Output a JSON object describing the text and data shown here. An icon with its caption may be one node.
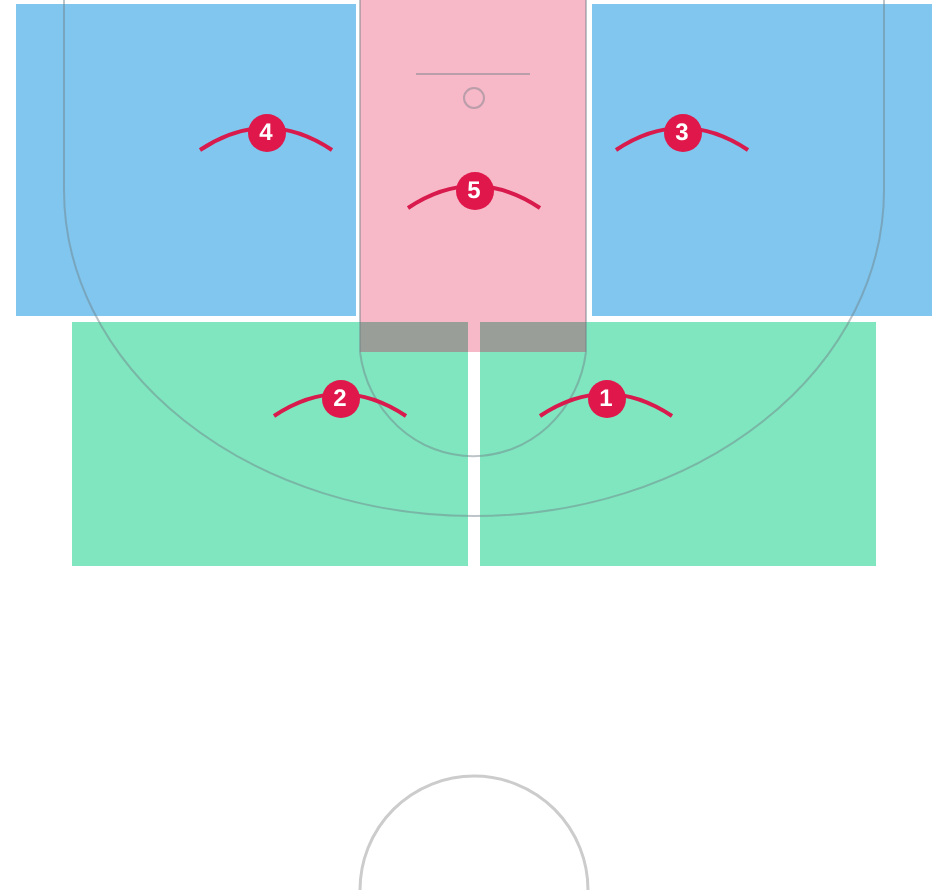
{
  "diagram": {
    "nodes": [
      {
        "text": [
          "4"
        ]
      },
      {
        "text": [
          "5"
        ]
      },
      {
        "text": [
          "3"
        ]
      },
      {
        "text": [
          "2"
        ]
      },
      {
        "text": [
          "1"
        ]
      }
    ]
  }
}
